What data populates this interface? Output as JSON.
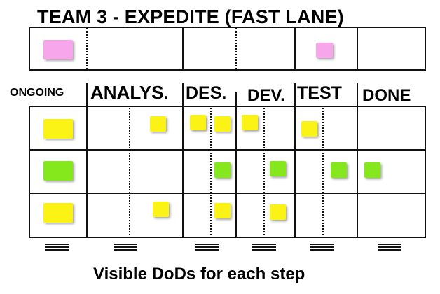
{
  "title": "TEAM 3 - EXPEDITE (FAST LANE)",
  "columns": {
    "ongoing": "ONGOING",
    "analysis": "ANALYS.",
    "design": "DES.",
    "development": "DEV.",
    "test": "TEST",
    "done": "DONE"
  },
  "caption": "Visible DoDs for each step",
  "colors": {
    "expedite_card": "#f7a6ec",
    "standard_card": "#fbf315",
    "fixed_date_card": "#85e81c"
  }
}
